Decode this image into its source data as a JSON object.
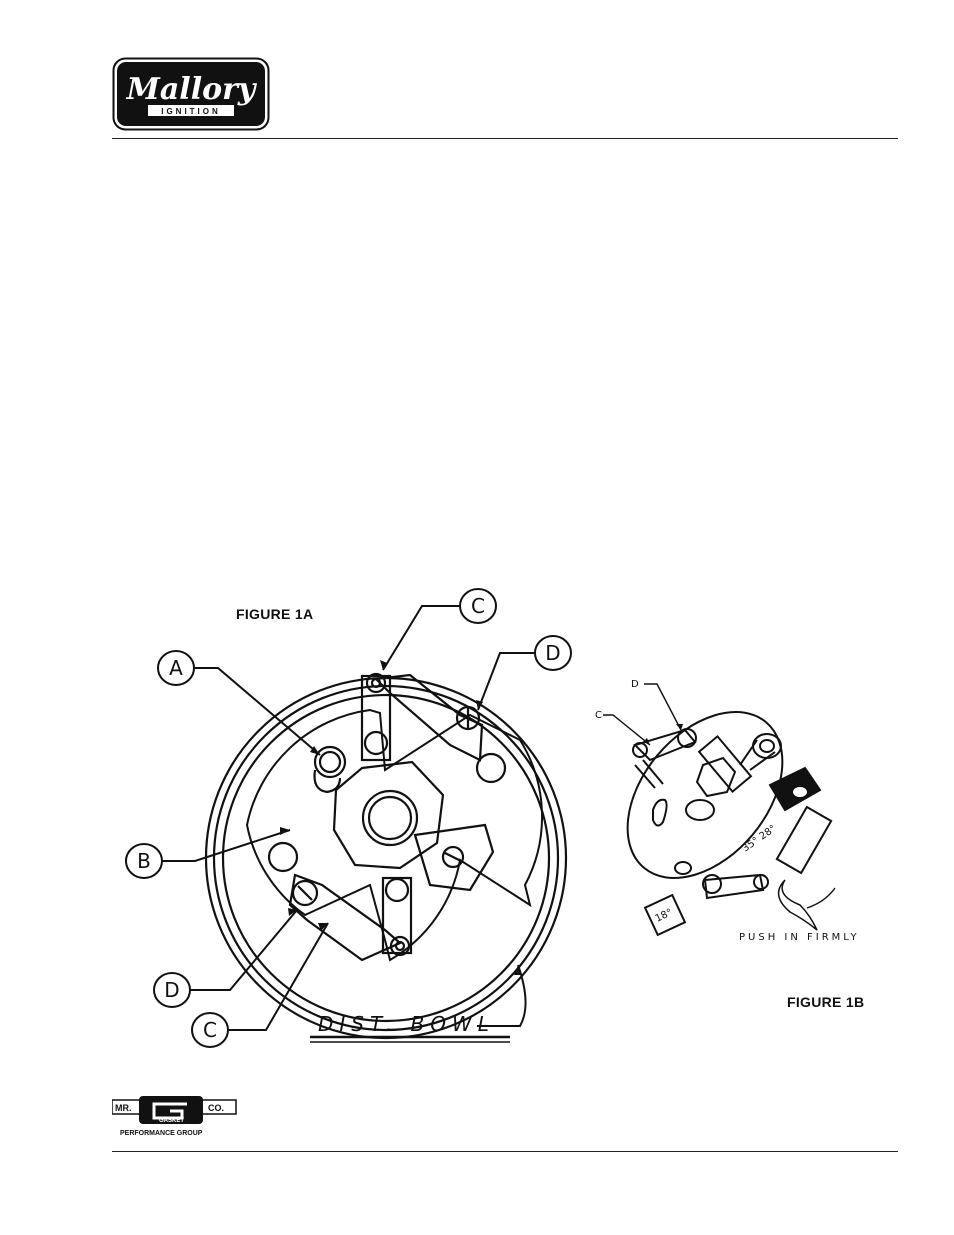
{
  "header": {
    "logo": {
      "brand": "Mallory",
      "sub": "IGNITION"
    }
  },
  "figure_1a": {
    "label": "FIGURE 1A",
    "callouts": {
      "a": "A",
      "b": "B",
      "c_top": "C",
      "d_top": "D",
      "d_bottom": "D",
      "c_bottom": "C"
    },
    "bowl_label": "DIST. BOWL"
  },
  "figure_1b": {
    "label": "FIGURE 1B",
    "callouts": {
      "d": "D",
      "c": "C"
    },
    "note": "PUSH IN FIRMLY",
    "scale_marks": [
      "35° 28°",
      "18°"
    ]
  },
  "footer": {
    "logo": {
      "mr": "MR.",
      "gasket": "GASKET",
      "co": "CO.",
      "tagline": "PERFORMANCE GROUP"
    }
  }
}
